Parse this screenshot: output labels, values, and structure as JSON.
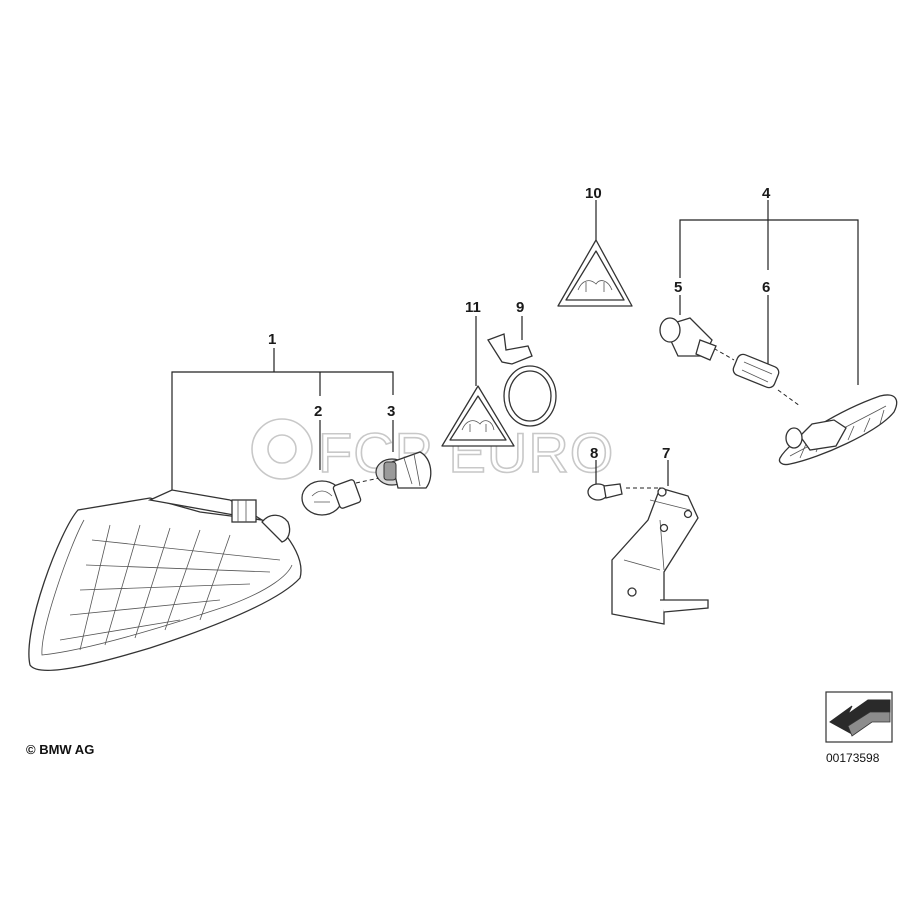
{
  "callouts": [
    {
      "id": "1",
      "label": "1"
    },
    {
      "id": "2",
      "label": "2"
    },
    {
      "id": "3",
      "label": "3"
    },
    {
      "id": "4",
      "label": "4"
    },
    {
      "id": "5",
      "label": "5"
    },
    {
      "id": "6",
      "label": "6"
    },
    {
      "id": "7",
      "label": "7"
    },
    {
      "id": "8",
      "label": "8"
    },
    {
      "id": "9",
      "label": "9"
    },
    {
      "id": "10",
      "label": "10"
    },
    {
      "id": "11",
      "label": "11"
    }
  ],
  "footer": {
    "copyright": "© BMW AG",
    "document_number": "00173598"
  },
  "watermark": {
    "text": "FCP EURO"
  },
  "icons": [
    "headlight-corner-lamp-icon",
    "bulb-icon",
    "bulb-socket-icon",
    "side-marker-lamp-icon",
    "bracket-icon",
    "clip-icon",
    "seal-ring-icon",
    "warning-label-icon",
    "direction-arrow-icon"
  ],
  "colors": {
    "line": "#222222",
    "shade": "#d9d9d9"
  }
}
